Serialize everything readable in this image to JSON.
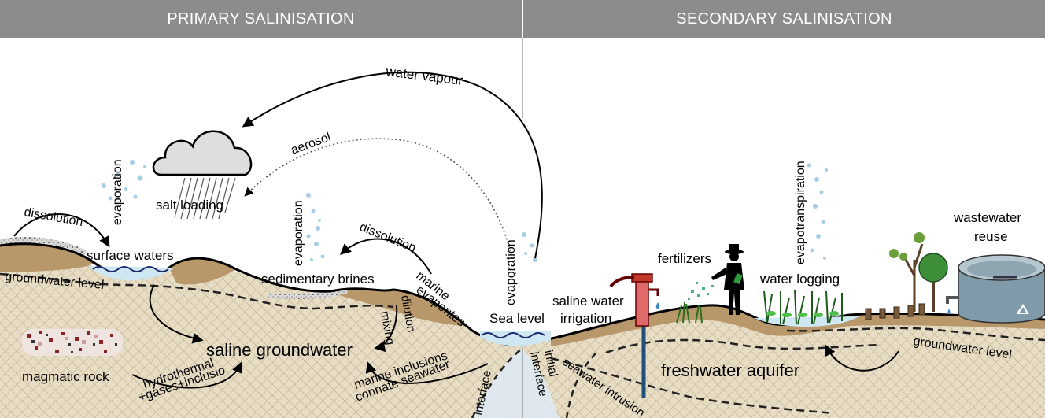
{
  "headers": {
    "left": "PRIMARY SALINISATION",
    "right": "SECONDARY SALINISATION"
  },
  "labels": {
    "water_vapour": "water vapour",
    "aerosol": "aerosol",
    "evaporation_cloud": "evaporation",
    "salt_loading": "salt loading",
    "dissolution_left": "dissolution",
    "surface_waters": "surface waters",
    "groundwater_level_left": "groundwater level",
    "evaporation_brines": "evaporation",
    "sedimentary_brines": "sedimentary brines",
    "dissolution_mid": "dissolution",
    "marine_evaporites": "marine\nevaporites",
    "mixing": "mixing",
    "dilution": "dilution",
    "saline_groundwater": "saline groundwater",
    "magmatic_rock": "magmatic rock",
    "hydrothermal": "hydrothermal",
    "gases_inclusions": "+gases+inclusio",
    "marine_inclusions": "marine inclusions",
    "connate_seawater": "connate seawater",
    "interface": "interface",
    "evaporation_sea": "evaporation",
    "sea_level": "Sea level",
    "initial_interface": "initial\ninterface",
    "seawater_intrusion": "seawater intrusion",
    "saline_water_irrigation": "saline water\nirrigation",
    "fertilizers": "fertilizers",
    "evapotranspiration": "evapotranspiration",
    "water_logging": "water logging",
    "wastewater_reuse": "wastewater\nreuse",
    "freshwater_aquifer": "freshwater aquifer",
    "groundwater_level_right": "groundwater level"
  },
  "colors": {
    "header_bg": "#8c8c8c",
    "soil": "#b8976a",
    "aquifer": "#e7dcc4",
    "water": "#cfe6f3",
    "fresh_water": "#dde9f3",
    "tank": "#7f9aa8"
  },
  "icons": [
    "cloud-icon",
    "rain-icon",
    "pump-icon",
    "farmer-icon",
    "crop-icon",
    "tree-icon",
    "tank-icon",
    "recycle-icon"
  ]
}
